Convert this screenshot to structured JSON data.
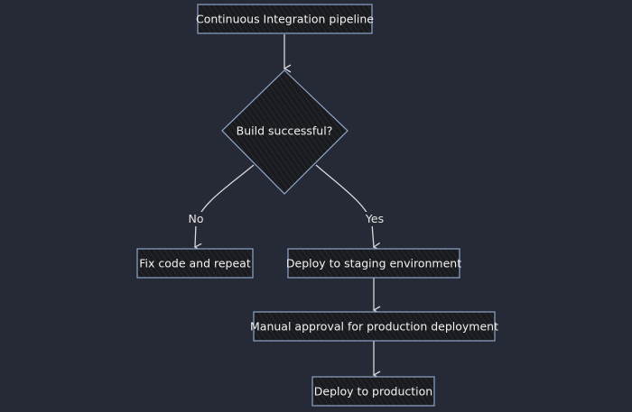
{
  "diagram": {
    "colors": {
      "background": "#262a36",
      "node_fill": "#1a1b1f",
      "node_stroke": "#8fa6c9",
      "edge_stroke": "#d8d8d8",
      "text": "#f2f2f2"
    },
    "nodes": {
      "ci_pipeline": "Continuous Integration pipeline",
      "build_check": "Build successful?",
      "fix_code": "Fix code and repeat",
      "deploy_staging": "Deploy to staging environment",
      "manual_approval": "Manual approval for production deployment",
      "deploy_production": "Deploy to production"
    },
    "edge_labels": {
      "no": "No",
      "yes": "Yes"
    }
  }
}
